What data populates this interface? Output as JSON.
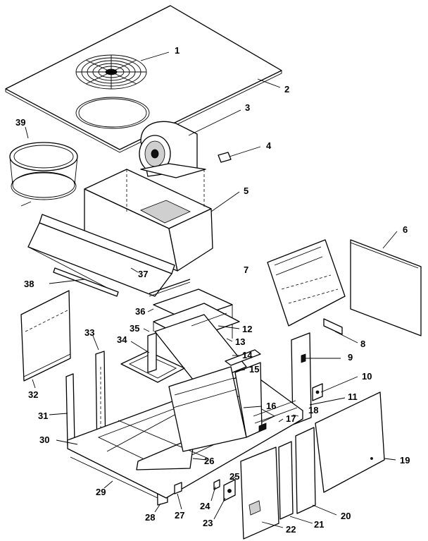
{
  "colors": {
    "line": "#000000",
    "background": "#ffffff"
  },
  "callouts": [
    {
      "id": "1",
      "label": "1"
    },
    {
      "id": "2",
      "label": "2"
    },
    {
      "id": "3",
      "label": "3"
    },
    {
      "id": "4",
      "label": "4"
    },
    {
      "id": "5",
      "label": "5"
    },
    {
      "id": "6",
      "label": "6"
    },
    {
      "id": "7",
      "label": "7"
    },
    {
      "id": "8",
      "label": "8"
    },
    {
      "id": "9",
      "label": "9"
    },
    {
      "id": "10",
      "label": "10"
    },
    {
      "id": "11",
      "label": "11"
    },
    {
      "id": "12",
      "label": "12"
    },
    {
      "id": "13",
      "label": "13"
    },
    {
      "id": "14",
      "label": "14"
    },
    {
      "id": "15",
      "label": "15"
    },
    {
      "id": "16",
      "label": "16"
    },
    {
      "id": "17",
      "label": "17"
    },
    {
      "id": "18",
      "label": "18"
    },
    {
      "id": "19",
      "label": "19"
    },
    {
      "id": "20",
      "label": "20"
    },
    {
      "id": "21",
      "label": "21"
    },
    {
      "id": "22",
      "label": "22"
    },
    {
      "id": "23",
      "label": "23"
    },
    {
      "id": "24",
      "label": "24"
    },
    {
      "id": "25",
      "label": "25"
    },
    {
      "id": "26",
      "label": "26"
    },
    {
      "id": "27",
      "label": "27"
    },
    {
      "id": "28",
      "label": "28"
    },
    {
      "id": "29",
      "label": "29"
    },
    {
      "id": "30",
      "label": "30"
    },
    {
      "id": "31",
      "label": "31"
    },
    {
      "id": "32",
      "label": "32"
    },
    {
      "id": "33",
      "label": "33"
    },
    {
      "id": "34",
      "label": "34"
    },
    {
      "id": "35",
      "label": "35"
    },
    {
      "id": "36",
      "label": "36"
    },
    {
      "id": "37",
      "label": "37"
    },
    {
      "id": "38",
      "label": "38"
    },
    {
      "id": "39",
      "label": "39"
    }
  ]
}
